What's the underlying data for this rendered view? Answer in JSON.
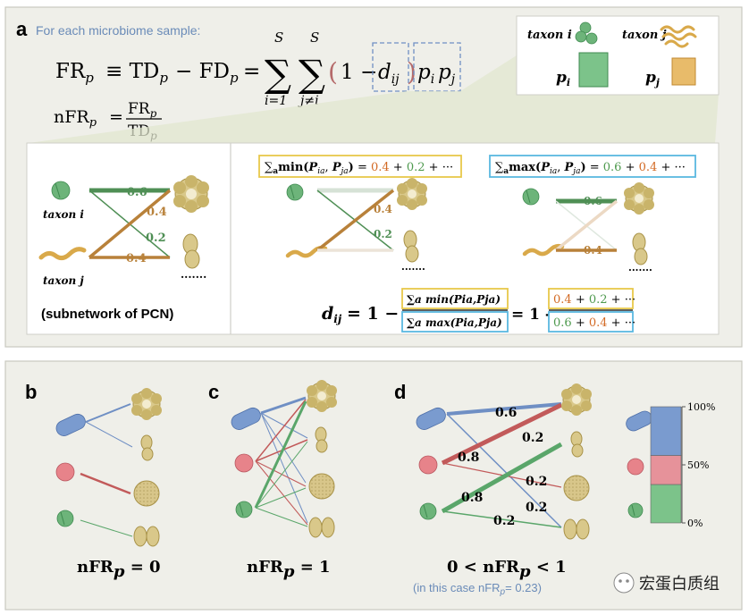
{
  "panel_a": {
    "letter": "a",
    "intro": "For each microbiome sample:",
    "eq_main_lhs": "FR",
    "eq_main_mid1": "≡ TD",
    "eq_main_mid2": "− FD",
    "eq_main_eq": "=",
    "sum_upper_i": "S",
    "sum_lower_i": "i=1",
    "sum_upper_j": "S",
    "sum_lower_j": "j≠i",
    "sum_sign": "∑",
    "paren_open": "(",
    "one_minus": "1 −",
    "d_symbol": "d",
    "d_sub": "ij",
    "paren_close": ")",
    "p_i": "p",
    "p_i_sub": "i",
    "p_j": "p",
    "p_j_sub": "j",
    "sub_p": "p",
    "nfr_lhs": "nFR",
    "nfr_eq": "=",
    "nfr_num": "FR",
    "nfr_den": "TD"
  },
  "legend_a": {
    "taxon_i": "taxon i",
    "taxon_j": "taxon j",
    "p_i": "p",
    "p_i_sub": "i",
    "p_j": "p",
    "p_j_sub": "j"
  },
  "subnet": {
    "taxon_i": "taxon i",
    "taxon_j": "taxon j",
    "w_06": "0.6",
    "w_04a": "0.4",
    "w_02": "0.2",
    "w_04b": "0.4",
    "dots": "·······",
    "caption": "(subnetwork of PCN)"
  },
  "min_box": {
    "sum": "∑",
    "sub_a": "a",
    "func": "min(",
    "p_ia": "P",
    "p_ia_sub": "ia",
    "comma": ", ",
    "p_ja": "P",
    "p_ja_sub": "ja",
    "close": ")",
    "eq": " = ",
    "v1": "0.4",
    "plus1": " + ",
    "v2": "0.2",
    "tail": " + ···",
    "w_04": "0.4",
    "w_02": "0.2",
    "dots": "·······"
  },
  "max_box": {
    "sum": "∑",
    "sub_a": "a",
    "func": "max(",
    "p_ia": "P",
    "p_ia_sub": "ia",
    "comma": ", ",
    "p_ja": "P",
    "p_ja_sub": "ja",
    "close": ")",
    "eq": " = ",
    "v1": "0.6",
    "plus1": " + ",
    "v2": "0.4",
    "tail": " + ···",
    "w_06": "0.6",
    "w_04": "0.4",
    "dots": "·······"
  },
  "dij_formula": {
    "d": "d",
    "d_sub": "ij",
    "eq_one_minus": "= 1 −",
    "num": "∑a min(Pia,Pja)",
    "den": "∑a max(Pia,Pja)",
    "eq_one_minus2": "= 1 -",
    "num_v1": "0.4",
    "num_plus": " + ",
    "num_v2": "0.2",
    "num_tail": " + ···",
    "den_v1": "0.6",
    "den_plus": " + ",
    "den_v2": "0.4",
    "den_tail": " + ···"
  },
  "panel_b": {
    "letter": "b",
    "label_main": "nFR",
    "label_sub": "p",
    "label_val": " = 0"
  },
  "panel_c": {
    "letter": "c",
    "label_main": "nFR",
    "label_sub": "p",
    "label_val": " = 1"
  },
  "panel_d": {
    "letter": "d",
    "w_06": "0.6",
    "w_02a": "0.2",
    "w_08a": "0.8",
    "w_02b": "0.2",
    "w_08b": "0.8",
    "w_02c": "0.2",
    "w_02d": "0.2",
    "label_pre": "0 < nFR",
    "label_sub": "p",
    "label_post": " < 1",
    "note_pre": "(in this case nFR",
    "note_sub": "p",
    "note_post": "= 0.23)"
  },
  "stacked_bar": {
    "ticks": [
      "100%",
      "50%",
      "0%"
    ],
    "fractions": {
      "blue": 0.42,
      "red": 0.25,
      "green": 0.33
    }
  },
  "watermark": "宏蛋白质组",
  "colors": {
    "green": "#5aa66a",
    "orange": "#c0883a",
    "blue": "#6f8fc4",
    "red": "#c25a5a",
    "panel_bg": "#efefe9",
    "yellow_box": "#e8c84a",
    "cyan_box": "#5ab8e0",
    "intro_blue": "#6a8bb8",
    "note_blue": "#6a8bb8",
    "num_orange": "#d36a25",
    "num_green": "#4e9a4e"
  }
}
